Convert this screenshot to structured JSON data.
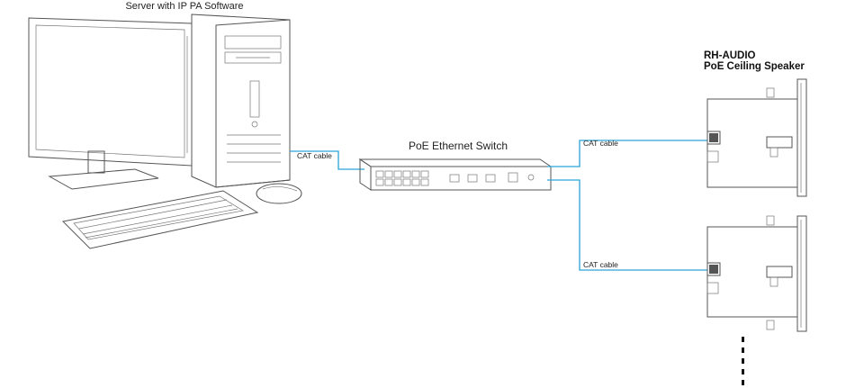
{
  "server": {
    "label": "Server with IP PA Software"
  },
  "switch": {
    "label": "PoE Ethernet Switch"
  },
  "speaker": {
    "brand": "RH-AUDIO",
    "product": "PoE Ceiling Speaker"
  },
  "cables": {
    "server_to_switch": "CAT cable",
    "switch_to_speaker_1": "CAT cable",
    "switch_to_speaker_2": "CAT cable"
  },
  "colors": {
    "cable": "#2aa3d6",
    "outline": "#555555"
  }
}
